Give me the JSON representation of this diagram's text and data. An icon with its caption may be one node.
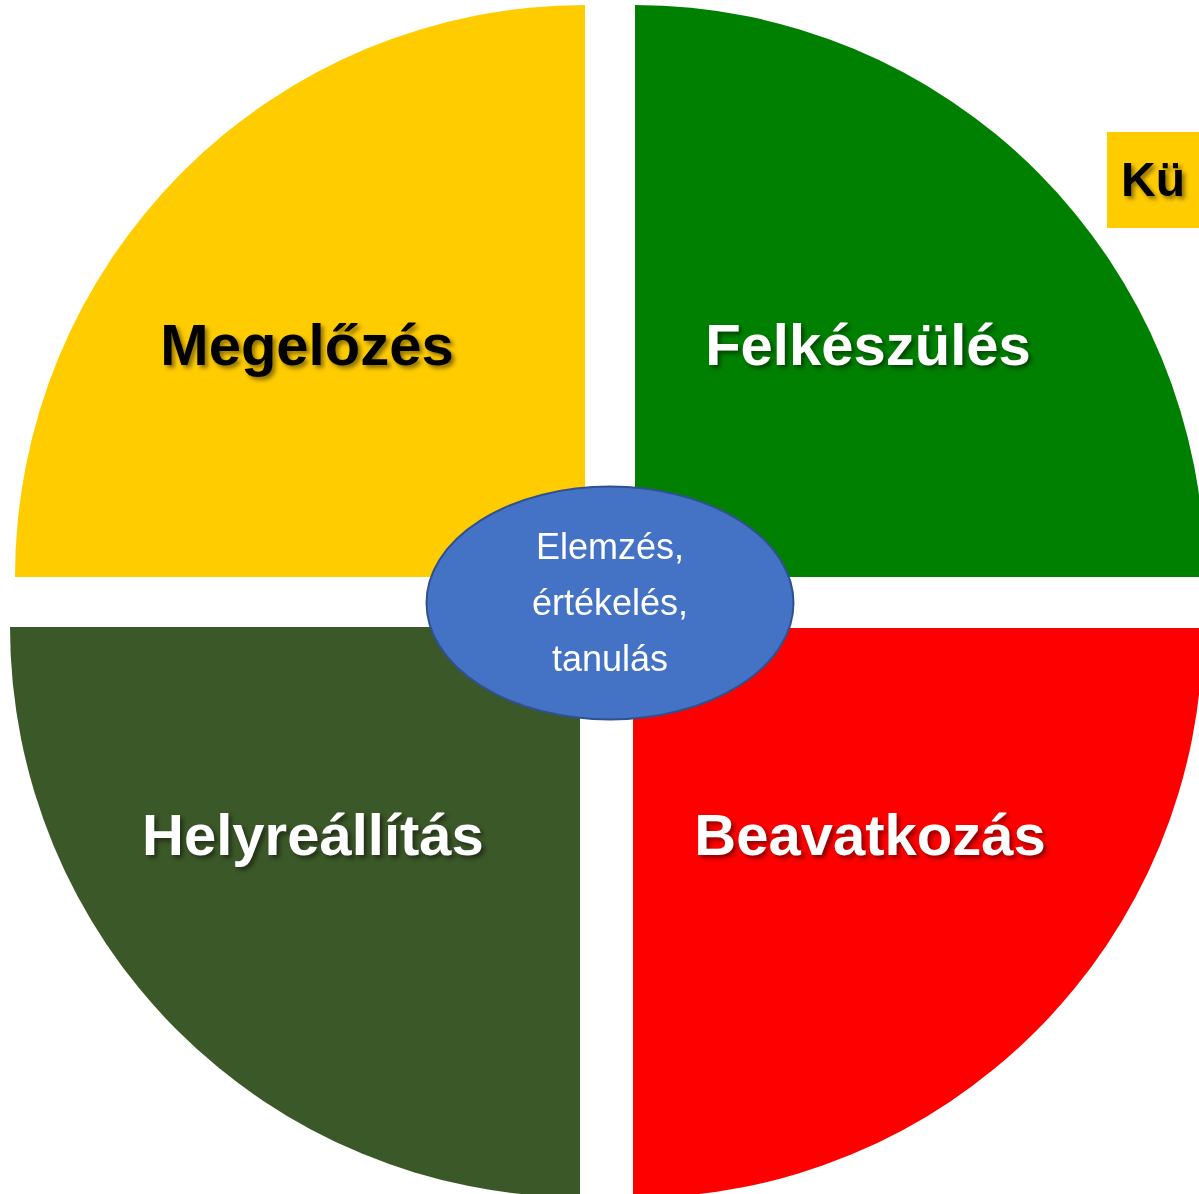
{
  "diagram": {
    "nodes": [
      {
        "text": [
          "Megelőzés"
        ]
      },
      {
        "text": [
          "Felkészülés"
        ]
      },
      {
        "text": [
          "Kü"
        ]
      },
      {
        "text": [
          "Elemzés, értékelés, tanulás"
        ]
      },
      {
        "text": [
          "Helyreállítás"
        ]
      },
      {
        "text": [
          "Beavatkozás"
        ]
      }
    ]
  }
}
